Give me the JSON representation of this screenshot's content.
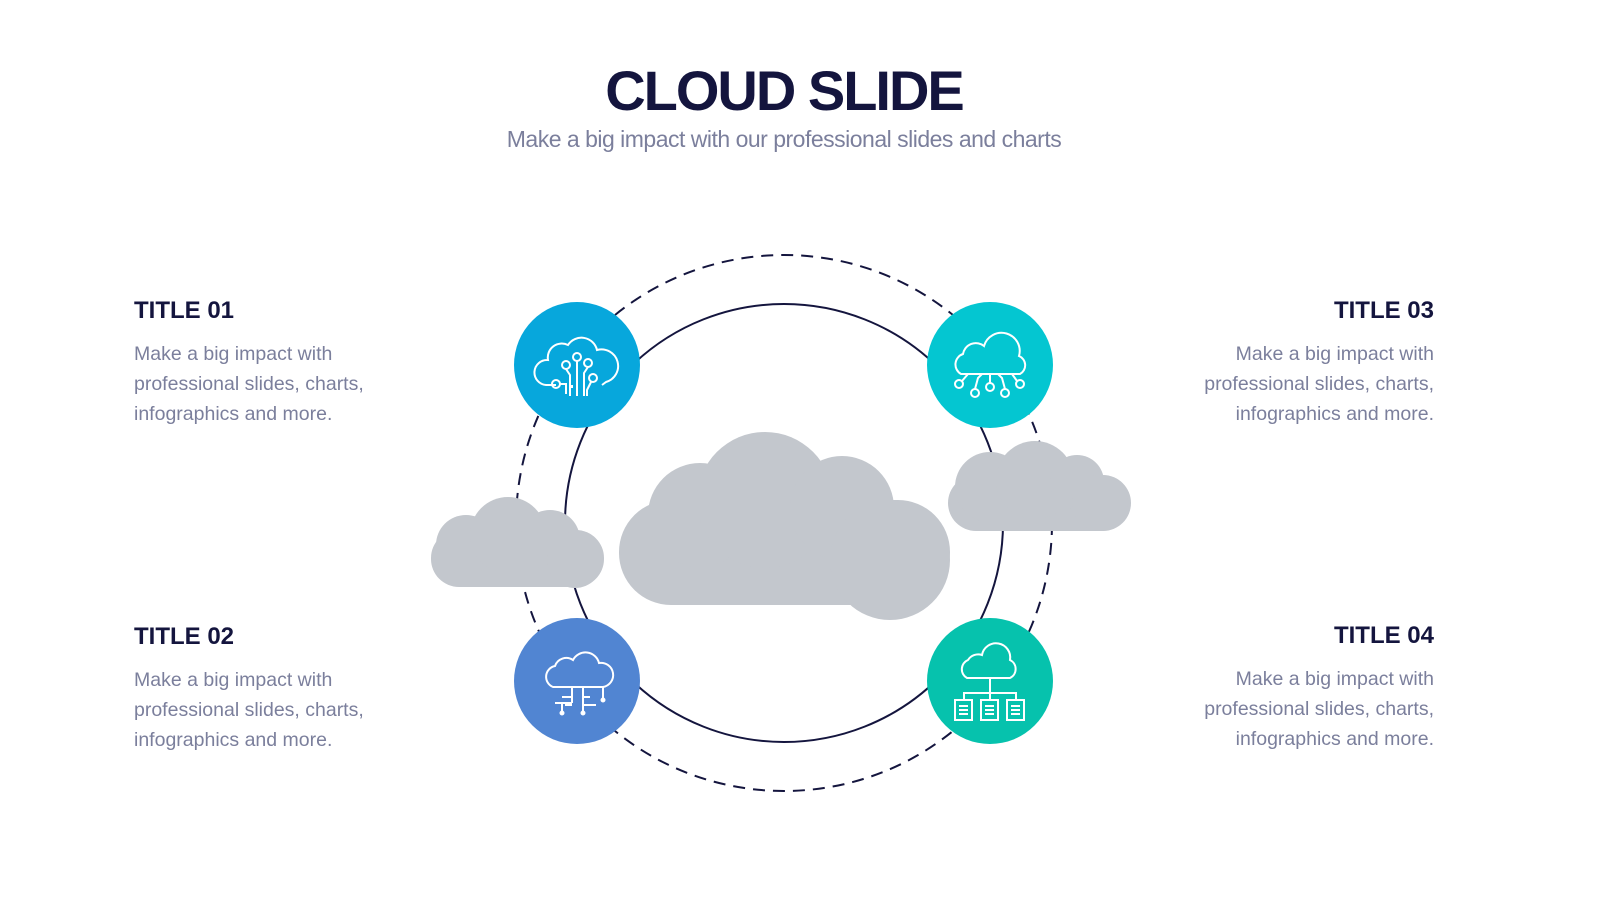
{
  "header": {
    "title": "CLOUD SLIDE",
    "subtitle": "Make a big impact with our professional slides and charts"
  },
  "items": [
    {
      "title": "TITLE 01",
      "text": "Make a big impact with professional slides, charts, infographics and more.",
      "icon": "cloud-circuit-icon",
      "color": "#07a7dc"
    },
    {
      "title": "TITLE 02",
      "text": "Make a big impact with professional slides, charts, infographics and more.",
      "icon": "cloud-network-icon",
      "color": "#5185d2"
    },
    {
      "title": "TITLE 03",
      "text": "Make a big impact with professional slides, charts, infographics and more.",
      "icon": "cloud-nodes-icon",
      "color": "#04c6d1"
    },
    {
      "title": "TITLE 04",
      "text": "Make a big impact with professional slides, charts, infographics and more.",
      "icon": "cloud-documents-icon",
      "color": "#06c2ad"
    }
  ],
  "colors": {
    "navy": "#14153e",
    "cloud": "#c3c7cd",
    "text": "#7b7f9c"
  }
}
